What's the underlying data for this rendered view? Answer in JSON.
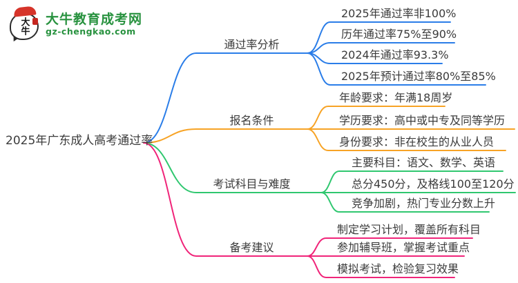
{
  "logo": {
    "bubble_chars": "大牛",
    "title": "大牛教育成考网",
    "domain": "gz-chengkao.com",
    "color": "#28923f",
    "cap_color": "#d6342a"
  },
  "root": {
    "label": "2025年广东成人高考通过率"
  },
  "branches": [
    {
      "label": "通过率分析",
      "color": "#2a7de8",
      "children": [
        "2025年通过率非100%",
        "历年通过率75%至90%",
        "2024年通过率93.3%",
        "2025年预计通过率80%至85%"
      ]
    },
    {
      "label": "报名条件",
      "color": "#f7a325",
      "children": [
        "年龄要求：年满18周岁",
        "学历要求：高中或中专及同等学历",
        "身份要求：非在校生的从业人员"
      ]
    },
    {
      "label": "考试科目与难度",
      "color": "#2fc76f",
      "children": [
        "主要科目：语文、数学、英语",
        "总分450分，及格线100至120分",
        "竞争加剧，热门专业分数上升"
      ]
    },
    {
      "label": "备考建议",
      "color": "#f02479",
      "children": [
        "制定学习计划，覆盖所有科目",
        "参加辅导班，掌握考试重点",
        "模拟考试，检验复习效果"
      ]
    }
  ]
}
